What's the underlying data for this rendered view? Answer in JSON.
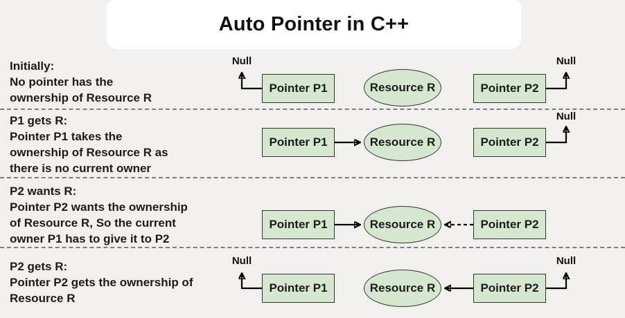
{
  "title": "Auto Pointer in C++",
  "labels": {
    "null_ref": "Null",
    "pointer_p1": "Pointer P1",
    "pointer_p2": "Pointer P2",
    "resource": "Resource R"
  },
  "colors": {
    "background": "#f1f0ee",
    "banner": "#ffffff",
    "node_fill": "#d6e7cf",
    "node_border": "#333333",
    "arrow": "#000000",
    "separator": "#7d7d7d",
    "text": "#1b1b1b"
  },
  "rows": [
    {
      "heading": "Initially:",
      "lines": [
        "No pointer has the",
        "ownership of Resource R"
      ]
    },
    {
      "heading": "P1 gets R:",
      "lines": [
        "Pointer P1 takes the",
        "ownership of Resource R as",
        "there is no current owner"
      ]
    },
    {
      "heading": "P2 wants R:",
      "lines": [
        "Pointer P2 wants the ownership",
        "of Resource R, So the current",
        "owner P1 has to give it to P2"
      ]
    },
    {
      "heading": "P2 gets R:",
      "lines": [
        "Pointer P2 gets the ownership of",
        "Resource R"
      ]
    }
  ]
}
